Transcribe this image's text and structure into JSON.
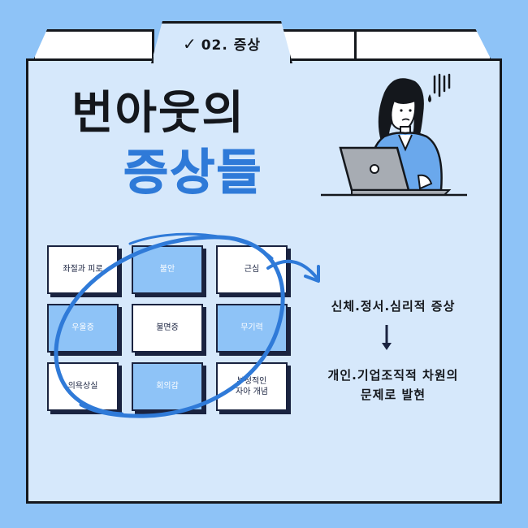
{
  "header": {
    "tab_label": "02. 증상",
    "check_icon": "✓"
  },
  "title": {
    "line1": "번아웃의",
    "line2": "증상들"
  },
  "grid": {
    "cards": [
      {
        "label": "좌절과 피로",
        "style": "white"
      },
      {
        "label": "불안",
        "style": "blue"
      },
      {
        "label": "근심",
        "style": "white"
      },
      {
        "label": "우울증",
        "style": "blue"
      },
      {
        "label": "불면증",
        "style": "white"
      },
      {
        "label": "무기력",
        "style": "blue"
      },
      {
        "label": "의욕상실",
        "style": "white"
      },
      {
        "label": "회의감",
        "style": "blue"
      },
      {
        "label": "부정적인\n자아 개념",
        "style": "white"
      }
    ]
  },
  "symptoms": {
    "line1": "신체.정서.심리적 증상",
    "line2": "개인.기업조직적 차원의\n문제로 발현"
  },
  "colors": {
    "background": "#8ec3f7",
    "panel": "#d6e8fb",
    "accent": "#2f7ad8",
    "ink": "#14171c"
  },
  "icons": {
    "check": "check-icon",
    "arrow_right": "curved-arrow-icon",
    "arrow_down": "down-arrow-icon",
    "illustration": "stressed-woman-laptop-icon"
  }
}
